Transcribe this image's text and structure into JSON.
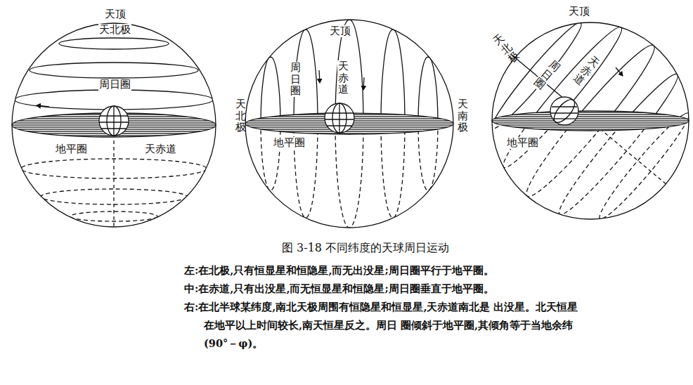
{
  "diagram": {
    "caption": "图 3-18 不同纬度的天球周日运动",
    "labels": [
      "天顶",
      "天北极",
      "周日圈",
      "地平圈",
      "天赤道",
      "天顶",
      "周日圈",
      "天赤道",
      "天北极",
      "天南极",
      "地平圈",
      "天顶",
      "天北极",
      "周日圈",
      "天赤道",
      "地平圈",
      "左:在北极,只有恒显星和恒隐星,而无出没星;周日圈平行于地平圈。",
      "中:在赤道,只有出没星,而无恒显星和恒隐星;周日圈垂直于地平圈。",
      "右:在北半球某纬度,南北天极周围有恒隐星和恒显星,天赤道南北是 出没星。北天恒星在地平以上时间较长,南天恒星反之。周日 圈倾斜于地平圈,其倾角等于当地余纬(90°－φ)。"
    ]
  }
}
